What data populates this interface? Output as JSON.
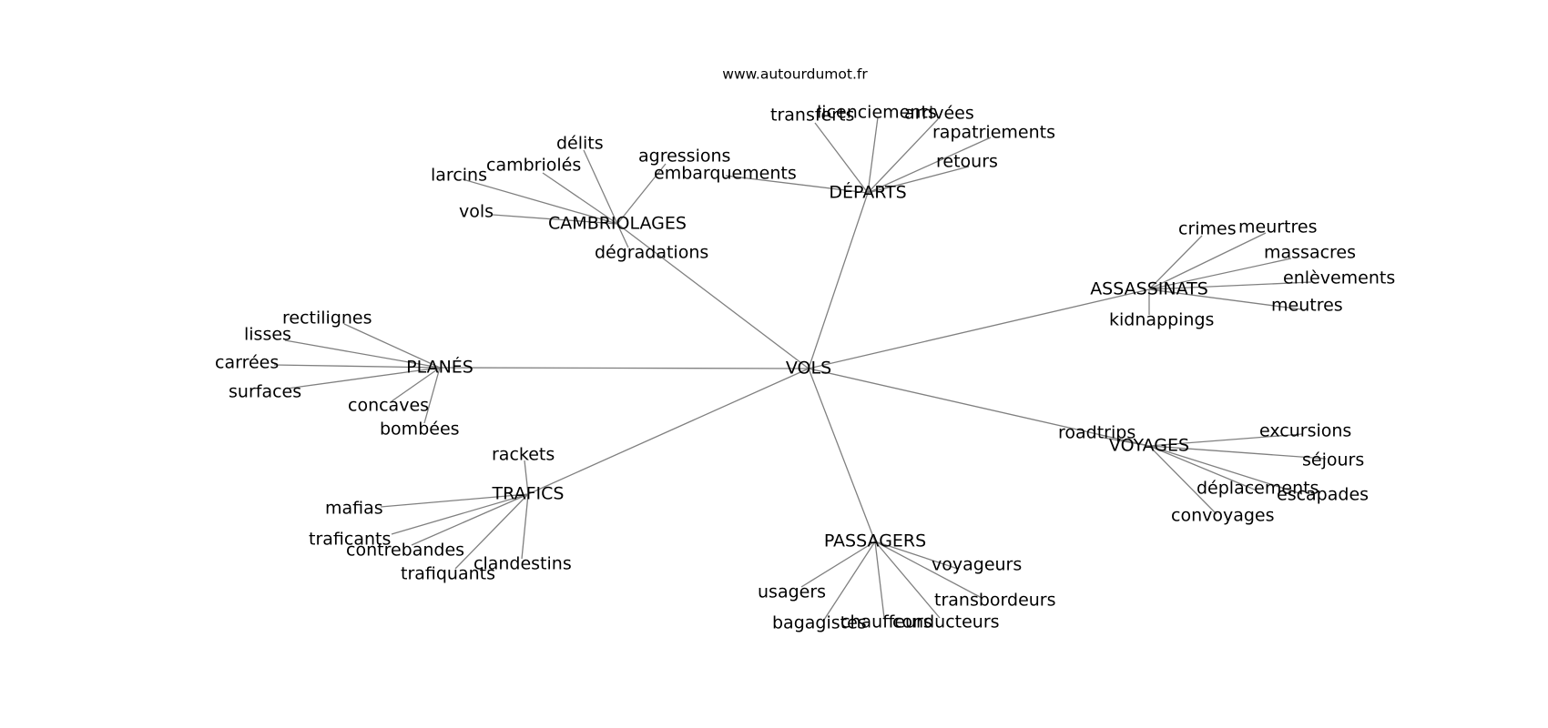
{
  "site": "www.autourdumot.fr",
  "center": "VOLS",
  "clusters": [
    {
      "id": "departs",
      "label": "DÉPARTS",
      "words": [
        "transferts",
        "licenciements",
        "arrivées",
        "rapatriements",
        "retours",
        "embarquements"
      ]
    },
    {
      "id": "cambriolages",
      "label": "CAMBRIOLAGES",
      "words": [
        "délits",
        "agressions",
        "cambriolés",
        "larcins",
        "vols",
        "dégradations"
      ]
    },
    {
      "id": "assassinats",
      "label": "ASSASSINATS",
      "words": [
        "crimes",
        "meurtres",
        "massacres",
        "enlèvements",
        "meutres",
        "kidnappings"
      ]
    },
    {
      "id": "planes",
      "label": "PLANÉS",
      "words": [
        "rectilignes",
        "lisses",
        "carrées",
        "surfaces",
        "concaves",
        "bombées"
      ]
    },
    {
      "id": "voyages",
      "label": "VOYAGES",
      "words": [
        "roadtrips",
        "excursions",
        "séjours",
        "déplacements",
        "escapades",
        "convoyages"
      ]
    },
    {
      "id": "trafics",
      "label": "TRAFICS",
      "words": [
        "rackets",
        "mafias",
        "traficants",
        "contrebandes",
        "trafiquants",
        "clandestins"
      ]
    },
    {
      "id": "passagers",
      "label": "PASSAGERS",
      "words": [
        "voyageurs",
        "usagers",
        "transbordeurs",
        "bagagistes",
        "chauffeurs",
        "conducteurs"
      ]
    }
  ]
}
